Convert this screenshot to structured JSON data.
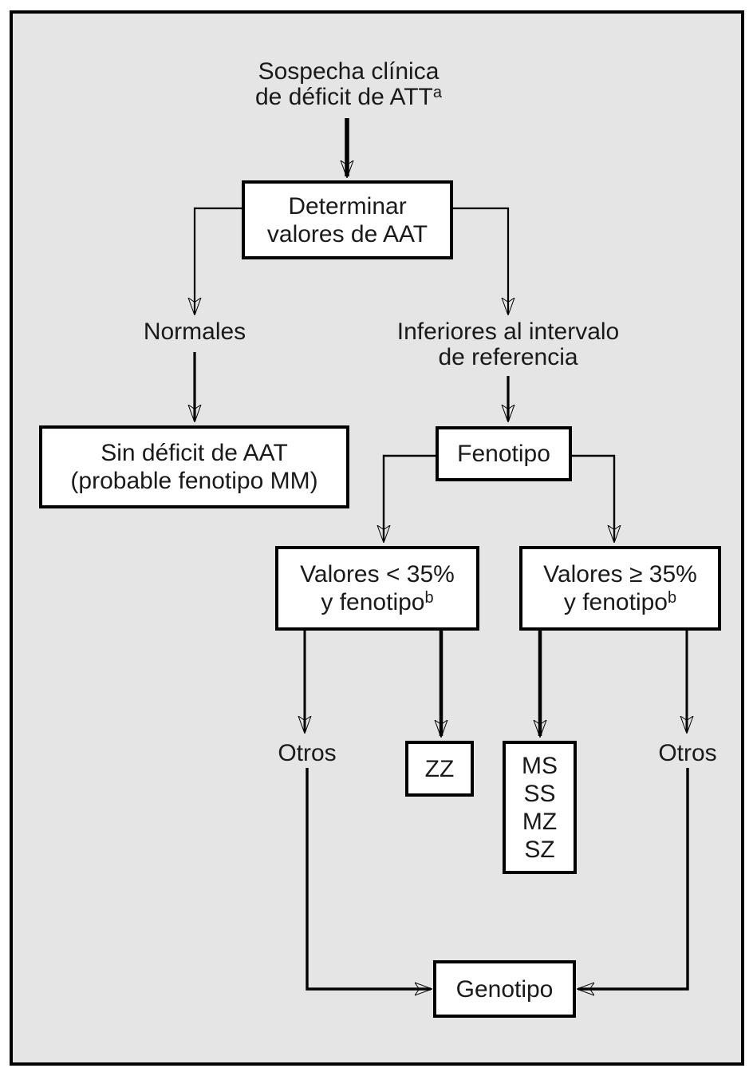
{
  "colors": {
    "page-bg": "#ffffff",
    "diagram-bg": "#e5e5e5",
    "line": "#000000",
    "box-bg": "#ffffff",
    "text": "#1a1a1a"
  },
  "flowchart": {
    "start": {
      "line1": "Sospecha clínica",
      "line2": "de déficit de ATT",
      "sup": "a"
    },
    "determine": {
      "line1": "Determinar",
      "line2": "valores de AAT"
    },
    "branch_normal": {
      "label": "Normales"
    },
    "branch_low": {
      "line1": "Inferiores al intervalo",
      "line2": "de referencia"
    },
    "no_deficit": {
      "line1": "Sin déficit de AAT",
      "line2": "(probable fenotipo MM)"
    },
    "phenotype": {
      "label": "Fenotipo"
    },
    "values_below": {
      "line1": "Valores < 35%",
      "line2": "y fenotipo",
      "sup": "b"
    },
    "values_above": {
      "line1": "Valores ≥ 35%",
      "line2": "y fenotipo",
      "sup": "b"
    },
    "others_left": {
      "label": "Otros"
    },
    "zz": {
      "label": "ZZ"
    },
    "phenotype_list": {
      "line1": "MS",
      "line2": "SS",
      "line3": "MZ",
      "line4": "SZ"
    },
    "others_right": {
      "label": "Otros"
    },
    "genotype": {
      "label": "Genotipo"
    }
  }
}
